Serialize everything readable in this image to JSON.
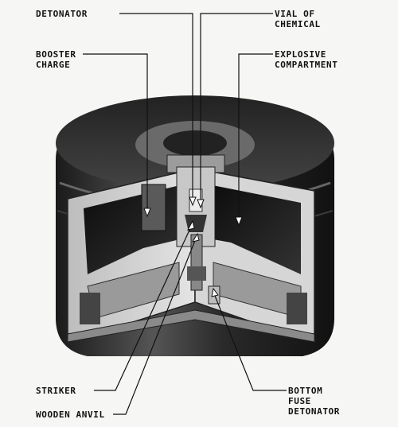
{
  "labels": {
    "detonator": "DETONATOR",
    "vial_line1": "VIAL OF",
    "vial_line2": "CHEMICAL",
    "booster_line1": "BOOSTER",
    "booster_line2": "CHARGE",
    "explosive_line1": "EXPLOSIVE",
    "explosive_line2": "COMPARTMENT",
    "striker": "STRIKER",
    "anvil": "WOODEN ANVIL",
    "bottom_line1": "BOTTOM",
    "bottom_line2": "FUSE",
    "bottom_line3": "DETONATOR"
  }
}
